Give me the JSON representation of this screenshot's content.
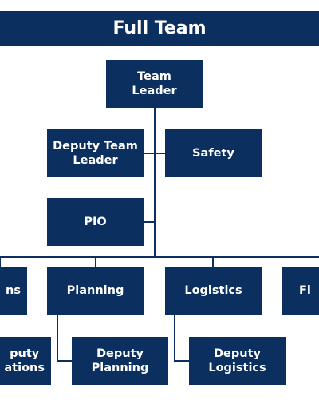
{
  "title": "Full Team",
  "colors": {
    "box_fill": "#0b2f5e",
    "box_text": "#ffffff",
    "connector": "#0b2f5e",
    "background": "#ffffff"
  },
  "nodes": {
    "team_leader": "Team\nLeader",
    "deputy_team_leader": "Deputy Team\nLeader",
    "safety": "Safety",
    "pio": "PIO",
    "operations_partial": "ns",
    "planning": "Planning",
    "logistics": "Logistics",
    "finance_partial": "Fi",
    "deputy_operations_partial": "puty\nations",
    "deputy_planning": "Deputy\nPlanning",
    "deputy_logistics": "Deputy\nLogistics"
  }
}
